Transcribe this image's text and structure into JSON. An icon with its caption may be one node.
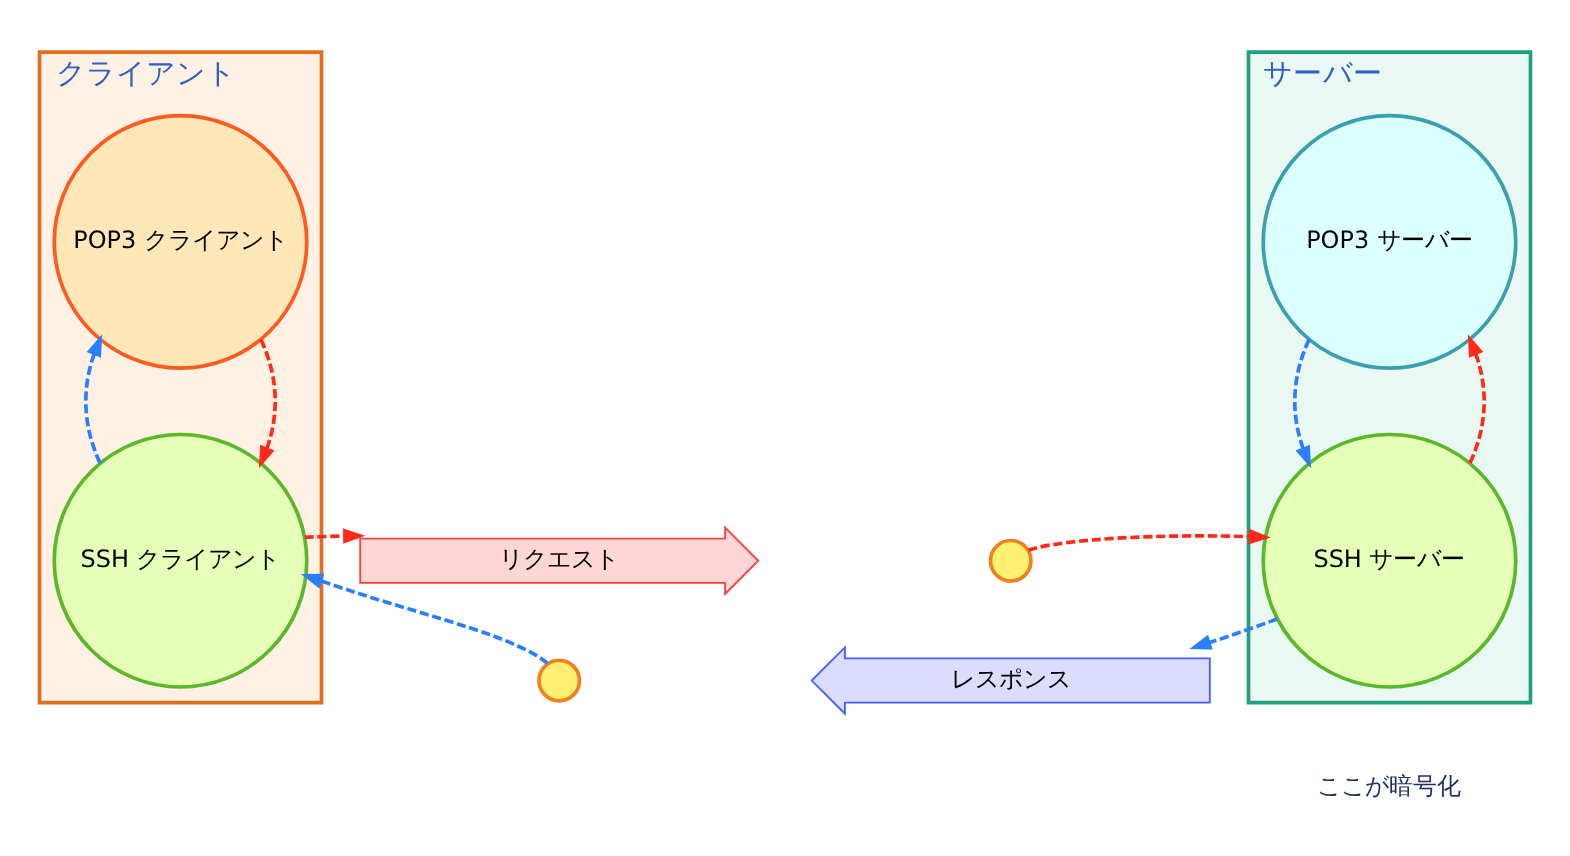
{
  "diagram": {
    "nodes": [
      {
        "text": [
          "クライアント"
        ]
      },
      {
        "text": [
          "POP3 クライアント"
        ],
        "in": 0
      },
      {
        "text": [
          "SSH クライアント"
        ],
        "in": 0
      },
      {
        "text": [
          "サーバー"
        ]
      },
      {
        "text": [
          "POP3 サーバー"
        ],
        "in": 3
      },
      {
        "text": [
          "SSH サーバー"
        ],
        "in": 3
      },
      {
        "text": [
          "リクエスト"
        ]
      },
      {
        "text": [
          "レスポンス"
        ]
      },
      {
        "text": [],
        "shape": "circle"
      },
      {
        "text": [],
        "shape": "circle"
      }
    ],
    "edges": [
      {
        "from": 1,
        "to": 2,
        "arrow": "to",
        "style": "dashed",
        "color": "#ff2a1a"
      },
      {
        "from": 2,
        "to": 1,
        "arrow": "to",
        "style": "dashed",
        "color": "#2a7fff"
      },
      {
        "from": 2,
        "to": 6,
        "arrow": "to",
        "style": "dashed",
        "color": "#ff2a1a"
      },
      {
        "from": 8,
        "to": 5,
        "arrow": "to",
        "style": "dashed",
        "color": "#ff2a1a"
      },
      {
        "from": 5,
        "to": 4,
        "arrow": "to",
        "style": "dashed",
        "color": "#ff2a1a"
      },
      {
        "from": 4,
        "to": 5,
        "arrow": "to",
        "style": "dashed",
        "color": "#2a7fff"
      },
      {
        "from": 5,
        "to": 7,
        "arrow": "to",
        "style": "dashed",
        "color": "#2a7fff"
      },
      {
        "from": 9,
        "to": 2,
        "arrow": "to",
        "style": "dashed",
        "color": "#2a7fff"
      }
    ],
    "labels": [
      "ここが暗号化"
    ]
  }
}
